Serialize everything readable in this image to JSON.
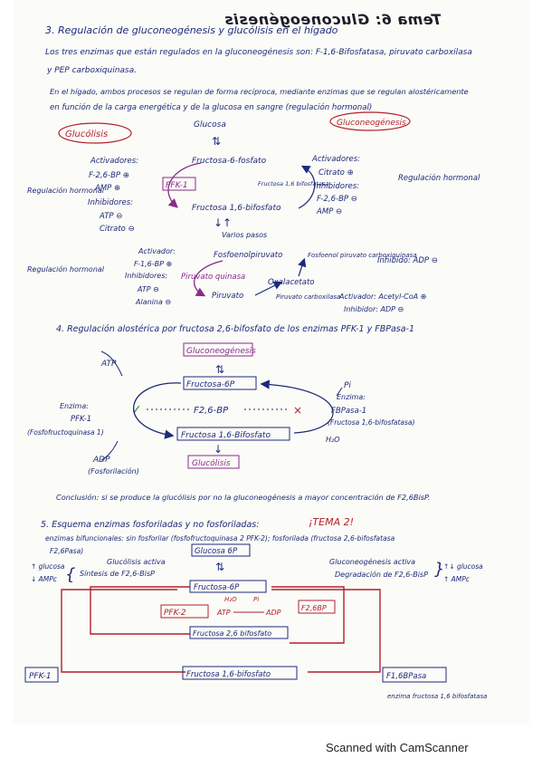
{
  "document": {
    "title": "Tema 6: Gluconeogénesis",
    "footer": "Scanned with CamScanner"
  },
  "lines": {
    "l1": "3. Regulación de gluconeogénesis y glucólisis en el hígado",
    "l2": "Los tres enzimas que están regulados en la gluconeogénesis son: F-1,6-Bifosfatasa, piruvato carboxilasa",
    "l3": "y PEP carboxiquinasa.",
    "l4": "En el hígado, ambos procesos se regulan de forma recíproca, mediante enzimas que se regulan alostéricamente",
    "l5": "en función de la carga energética y de la glucosa en sangre (regulación hormonal)",
    "sec4": "4. Regulación alostérica por fructosa 2,6-bifosfato de los enzimas PFK-1 y FBPasa-1",
    "conclusion": "Conclusión: si se produce la glucólisis por no la gluconeogénesis a mayor concentración de F2,6BisP.",
    "sec5": "5. Esquema enzimas fosforiladas y no fosforiladas:",
    "tema2": "¡TEMA 2!",
    "sec5b": "enzimas bifuncionales: sin fosforilar (fosfofructoquinasa 2 PFK-2); fosforilada (fructosa 2,6-bifosfatasa",
    "sec5c": "F2,6Pasa)"
  },
  "section3": {
    "glucolisis": "Glucólisis",
    "gluconeo": "Gluconeogénesis",
    "glucosa": "Glucosa",
    "f6p": "Fructosa-6-fosfato",
    "f16": "Fructosa 1,6-bifosfato",
    "pfk": "PFK-1",
    "f16asa": "Fructosa 1,6 bifosfatasa",
    "varios": "Varios pasos",
    "pep": "Fosfoenolpiruvato",
    "piruvato": "Piruvato",
    "pirquin": "Piruvato quinasa",
    "oxalo": "Oxalacetato",
    "pepcarb": "Fosfoenol piruvato carboxiquinasa",
    "pircarb": "Piruvato carboxilasa",
    "reghor": "Regulación hormonal",
    "regleft1": "Regulación hormonal",
    "regleft2": "Regulación hormonal",
    "act1": "Activadores:",
    "act1a": "F-2,6-BP ⊕",
    "act1b": "AMP ⊕",
    "inh1": "Inhibidores:",
    "inh1a": "ATP ⊖",
    "inh1b": "Citrato ⊖",
    "act2": "Activadores:",
    "act2a": "Citrato ⊕",
    "inh2": "Inhibidores:",
    "inh2a": "F-2,6-BP ⊖",
    "inh2b": "AMP ⊖",
    "act3": "Activador:",
    "act3a": "F-1,6-BP ⊕",
    "inh3": "Inhibidores:",
    "inh3a": "ATP ⊖",
    "inh3b": "Alanina ⊖",
    "inh4": "Inhibido: ADP ⊖",
    "act5": "Activador: Acetyl-CoA ⊕",
    "inh5": "Inhibidor: ADP ⊖"
  },
  "section4": {
    "gluconeo": "Gluconeogénesis",
    "f6p": "Fructosa-6P",
    "f26": "F2,6-BP",
    "f16": "Fructosa 1,6-Bifosfato",
    "gluco": "Glucólisis",
    "atp": "ATP",
    "adp": "ADP",
    "adp2": "(Fosforilación)",
    "pi": "Pi",
    "h2o": "H₂O",
    "enz1": "Enzima:",
    "enz1b": "PFK-1",
    "enz1c": "(Fosfofructoquinasa 1)",
    "enz2": "Enzima:",
    "enz2b": "FBPasa-1",
    "enz2c": "(Fructosa 1,6-bifosfatasa)"
  },
  "section5": {
    "glucact": "Glucólisis activa",
    "sint": "Síntesis de F2,6-BisP",
    "glucosa1": "↑ glucosa",
    "ampe1": "↓ AMPc",
    "gluconeoact": "Gluconeogénesis activa",
    "degr": "Degradación de F2,6-BisP",
    "glucosa2": "↑↓ glucosa",
    "ampe2": "↑ AMPc",
    "g6p": "Glucosa 6P",
    "f6p": "Fructosa-6P",
    "pfk2": "PFK-2",
    "atp": "ATP",
    "adp": "ADP",
    "h2o": "H₂O",
    "pi": "Pi",
    "f26p": "F2,6BP",
    "f26b": "Fructosa 2,6 bifosfato",
    "f16": "Fructosa 1,6-bifosfato",
    "pfk1": "PFK-1",
    "f16bpa": "F1,6BPasa",
    "enz": "enzima fructosa 1,6 bifosfatasa"
  }
}
